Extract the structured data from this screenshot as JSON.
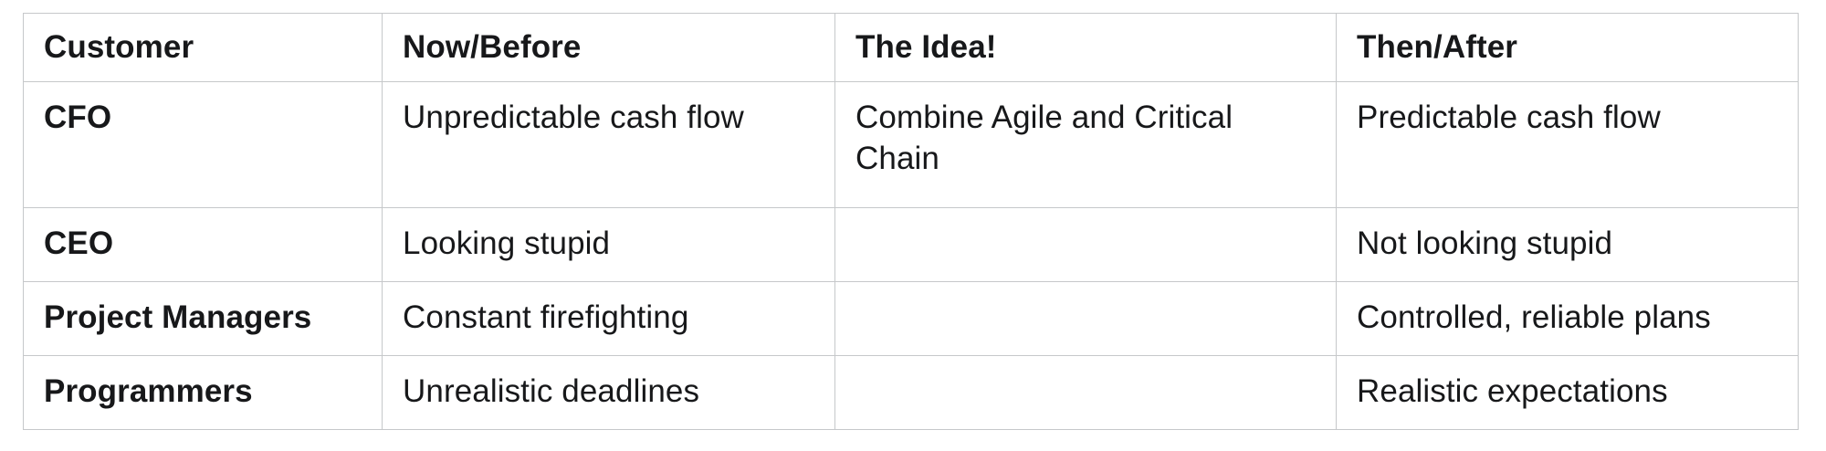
{
  "table": {
    "name": "customer-before-idea-after-comparison",
    "columns": [
      {
        "key": "customer",
        "label": "Customer"
      },
      {
        "key": "before",
        "label": "Now/Before"
      },
      {
        "key": "idea",
        "label": "The Idea!"
      },
      {
        "key": "after",
        "label": "Then/After"
      }
    ],
    "rows": [
      {
        "customer": "CFO",
        "before": "Unpredictable cash flow",
        "idea": "Combine Agile and Critical Chain",
        "after": "Predictable cash flow"
      },
      {
        "customer": "CEO",
        "before": "Looking stupid",
        "idea": "",
        "after": "Not looking stupid"
      },
      {
        "customer": "Project Managers",
        "before": "Constant firefighting",
        "idea": "",
        "after": "Controlled, reliable plans"
      },
      {
        "customer": "Programmers",
        "before": "Unrealistic deadlines",
        "idea": "",
        "after": "Realistic expectations"
      }
    ]
  },
  "colors": {
    "border": "#c6c8ca",
    "text": "#17181a",
    "background": "#ffffff"
  }
}
